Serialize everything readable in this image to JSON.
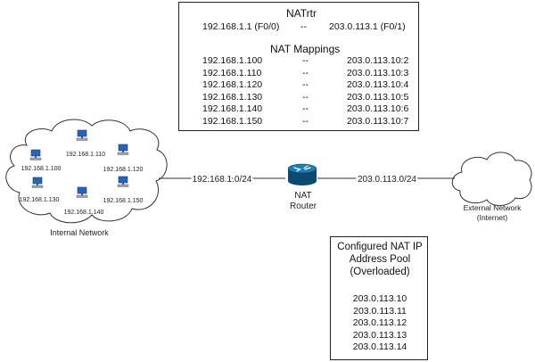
{
  "nat_table": {
    "title": "NATrtr",
    "interfaces": {
      "inside": "192.168.1.1 (F0/0)",
      "separator": "--",
      "outside": "203.0.113.1 (F0/1)"
    },
    "mappings_title": "NAT Mappings",
    "mappings": [
      {
        "inside": "192.168.1.100",
        "separator": "--",
        "outside": "203.0.113.10:2"
      },
      {
        "inside": "192.168.1.110",
        "separator": "--",
        "outside": "203.0.113.10:3"
      },
      {
        "inside": "192.168.1.120",
        "separator": "--",
        "outside": "203.0.113.10:4"
      },
      {
        "inside": "192.168.1.130",
        "separator": "--",
        "outside": "203.0.113.10:5"
      },
      {
        "inside": "192.168.1.140",
        "separator": "--",
        "outside": "203.0.113.10:6"
      },
      {
        "inside": "192.168.1.150",
        "separator": "--",
        "outside": "203.0.113.10:7"
      }
    ]
  },
  "pool": {
    "title_lines": [
      "Configured NAT IP",
      "Address Pool",
      "(Overloaded)"
    ],
    "addresses": [
      "203.0.113.10",
      "203.0.113.11",
      "203.0.113.12",
      "203.0.113.13",
      "203.0.113.14"
    ]
  },
  "internal_network": {
    "label": "Internal Network",
    "hosts": [
      "192.168.1.100",
      "192.168.1.110",
      "192.168.1.120",
      "192.168.1.130",
      "192.168.1.140",
      "192.168.1.150"
    ]
  },
  "links": {
    "inside_subnet": "192.168.1.0/24",
    "outside_subnet": "203.0.113.0/24"
  },
  "router": {
    "label_line1": "NAT",
    "label_line2": "Router"
  },
  "external_network": {
    "label_line1": "External Network",
    "label_line2": "(Internet)"
  },
  "colors": {
    "router": "#0f5c8c",
    "pc_screen": "#2a62b8",
    "line": "#333333"
  }
}
